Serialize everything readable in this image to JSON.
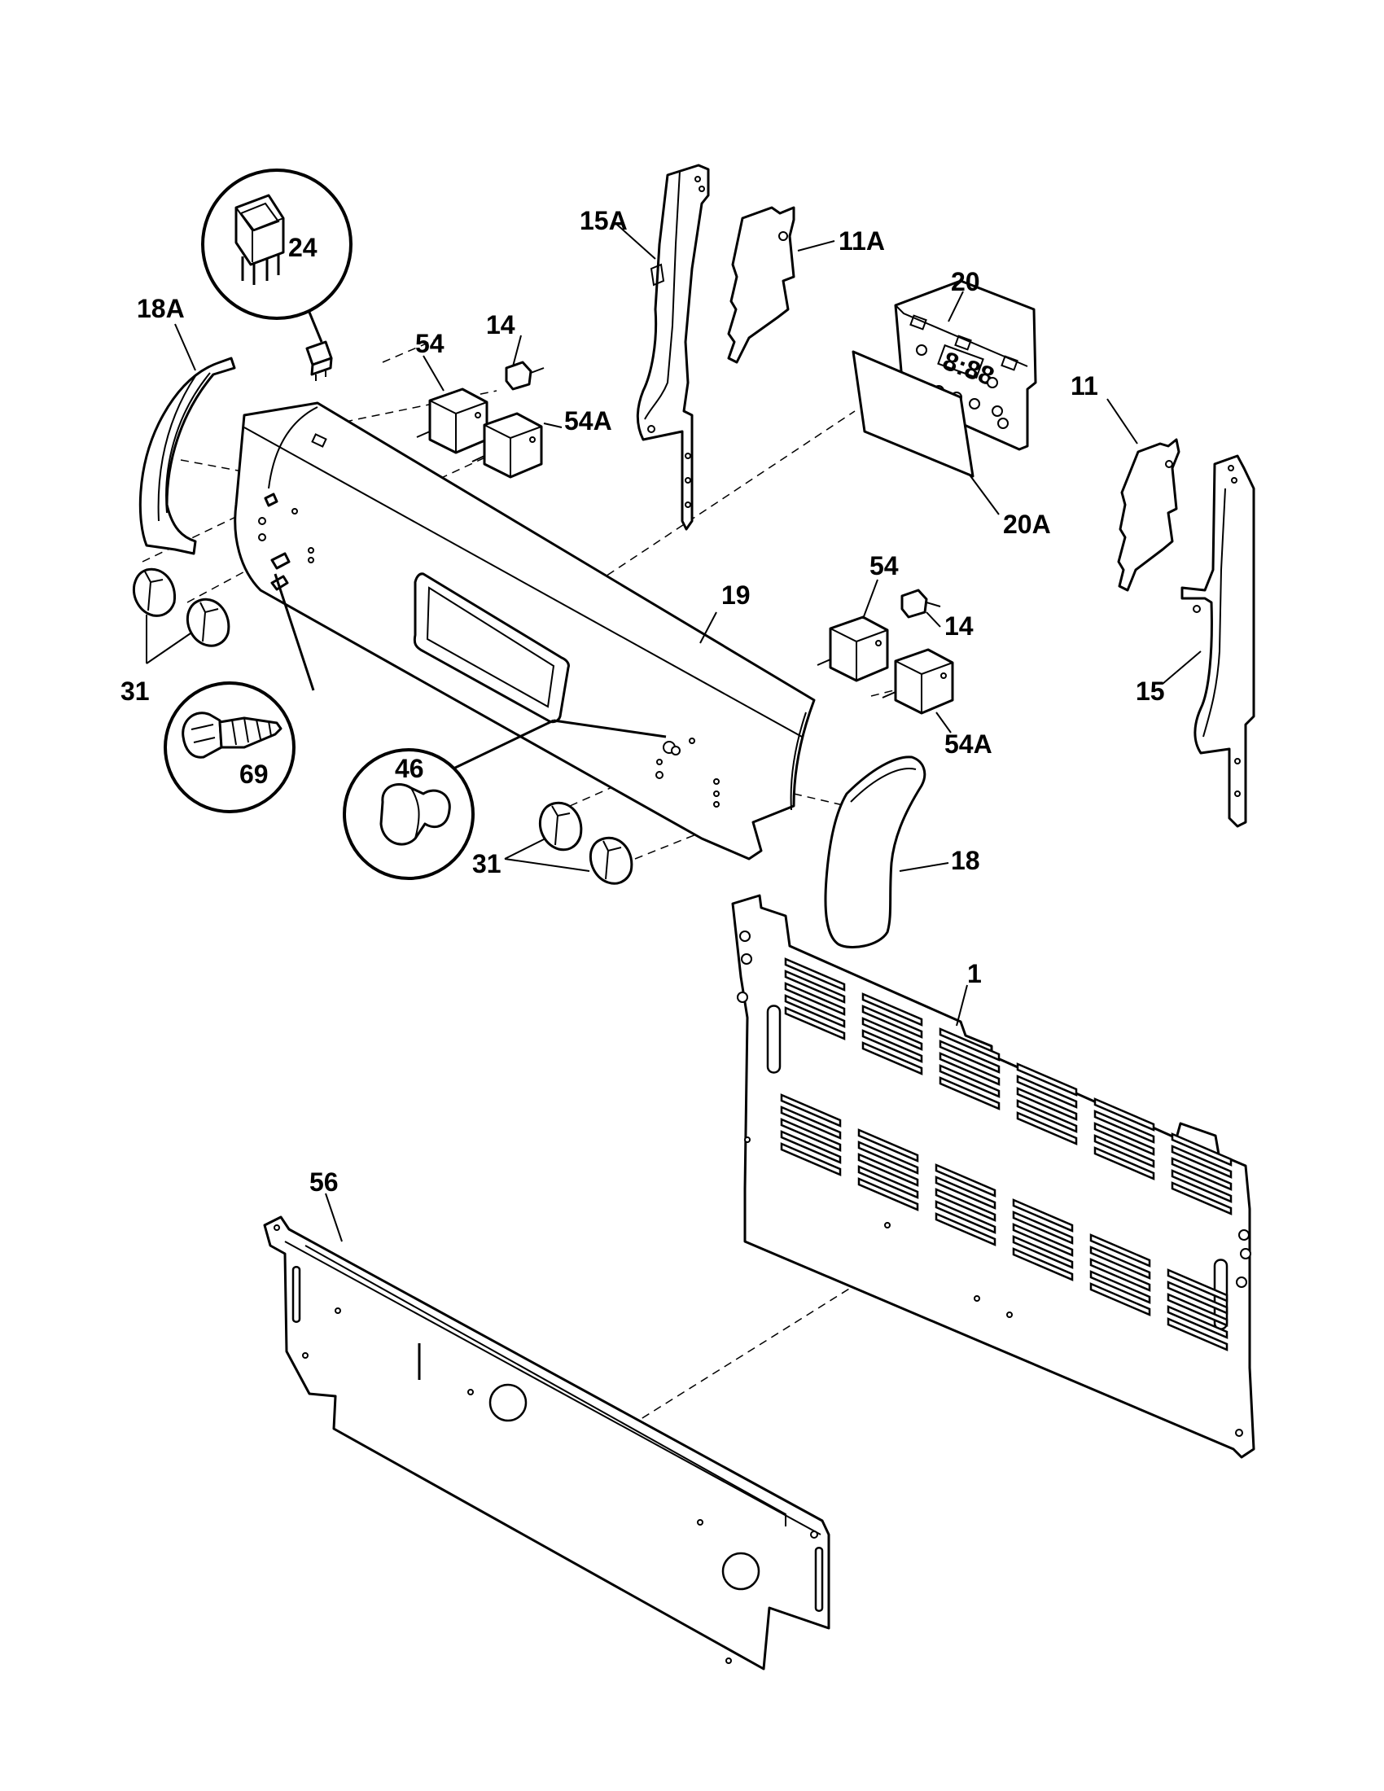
{
  "labels": {
    "l1": "1",
    "l11": "11",
    "l11a": "11A",
    "l14a": "14",
    "l14b": "14",
    "l15": "15",
    "l15a": "15A",
    "l18": "18",
    "l18a": "18A",
    "l19": "19",
    "l20": "20",
    "l20a": "20A",
    "l24": "24",
    "l31a": "31",
    "l31b": "31",
    "l46": "46",
    "l54a": "54",
    "l54b": "54",
    "l54aa": "54A",
    "l54ab": "54A",
    "l56": "56",
    "l69": "69"
  },
  "clock_display": "8:88"
}
